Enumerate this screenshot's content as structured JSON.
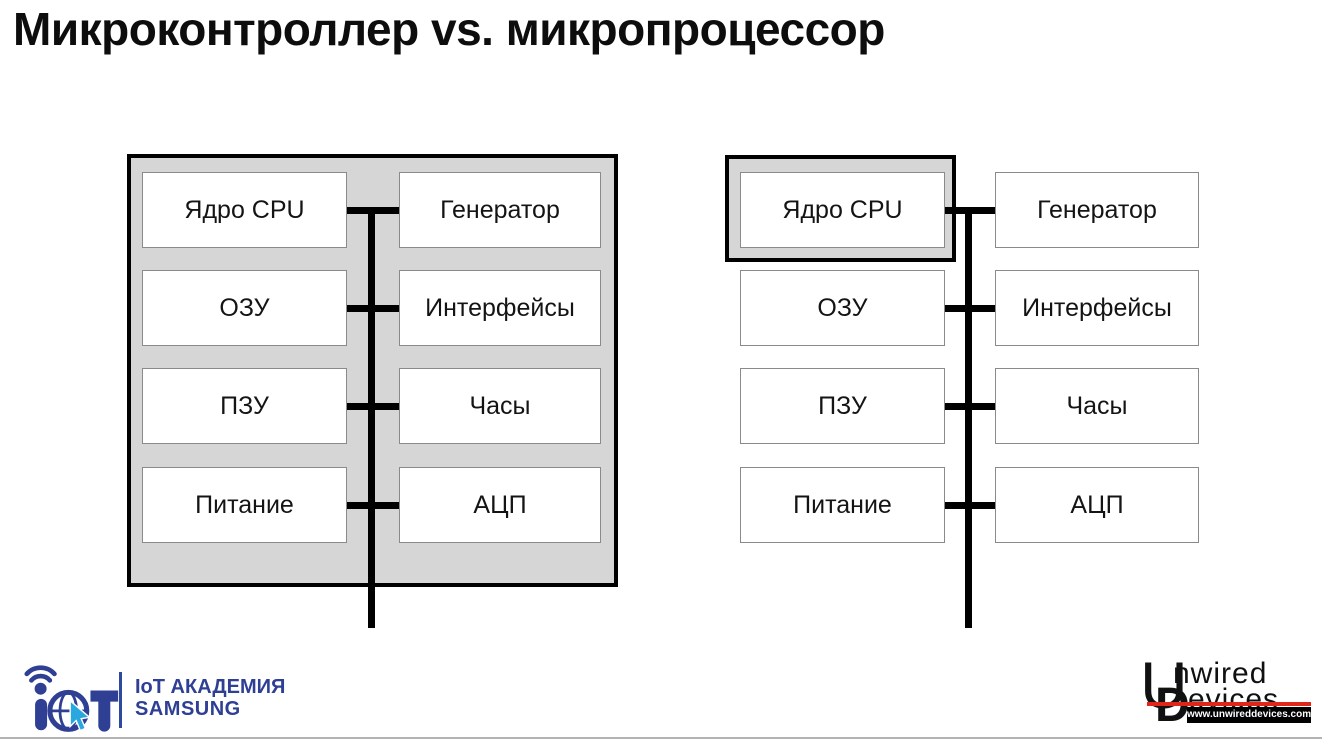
{
  "title": "Микроконтроллер vs. микропроцессор",
  "microcontroller": {
    "left_column": [
      "Ядро CPU",
      "ОЗУ",
      "ПЗУ",
      "Питание"
    ],
    "right_column": [
      "Генератор",
      "Интерфейсы",
      "Часы",
      "АЦП"
    ]
  },
  "microprocessor": {
    "left_column": [
      "Ядро CPU",
      "ОЗУ",
      "ПЗУ",
      "Питание"
    ],
    "right_column": [
      "Генератор",
      "Интерфейсы",
      "Часы",
      "АЦП"
    ]
  },
  "footer": {
    "samsung": {
      "line1": "IoT АКАДЕМИЯ",
      "line2": "SAMSUNG"
    },
    "unwired": {
      "initial1": "U",
      "rest1": "nwired",
      "initial2": "D",
      "rest2": "evices",
      "url": "www.unwireddevices.com"
    }
  },
  "colors": {
    "diagram_fill": "#d6d6d6",
    "box_border": "#8a8a8a",
    "bus_black": "#000000",
    "samsung_blue": "#2e3f94",
    "cursor_cyan": "#29a8e0",
    "logo_red": "#e1251b"
  }
}
